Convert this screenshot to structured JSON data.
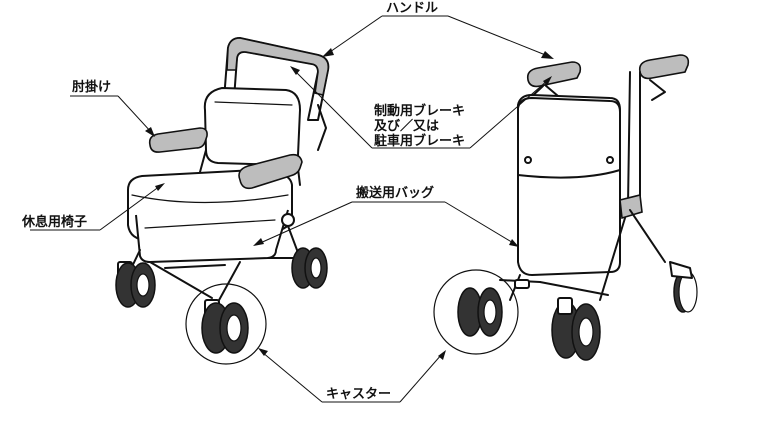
{
  "diagram": {
    "labels": {
      "handle": "ハンドル",
      "armrest": "肘掛け",
      "brake_line1": "制動用ブレーキ",
      "brake_line2": "及び／又は",
      "brake_line3": "駐車用ブレーキ",
      "bag": "搬送用バッグ",
      "seat": "休息用椅子",
      "caster": "キャスター"
    }
  }
}
